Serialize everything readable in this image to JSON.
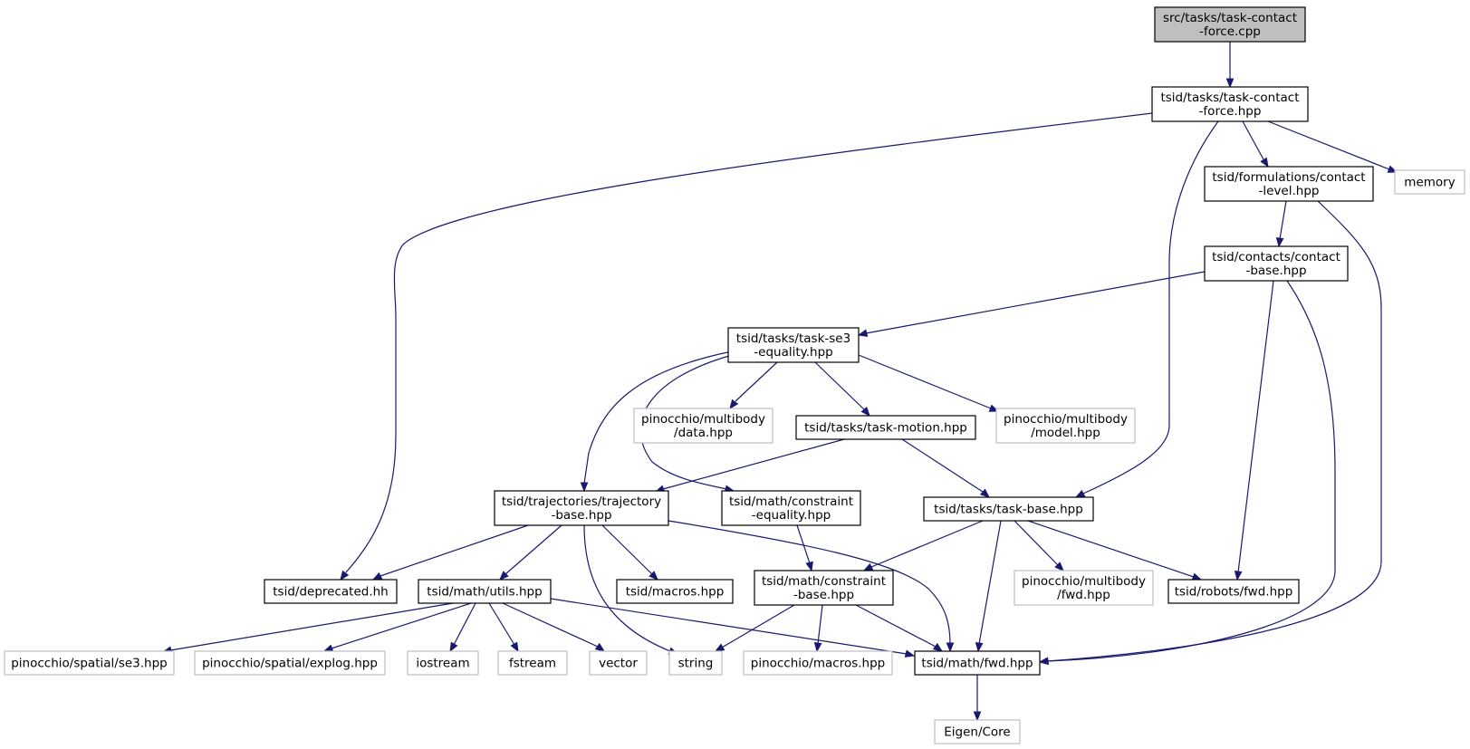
{
  "diagram": {
    "type": "include-dependency-graph",
    "colors": {
      "root_fill": "#bfbfbf",
      "project_stroke": "#000000",
      "external_stroke": "#bfbfbf",
      "edge": "#191970",
      "background": "#ffffff"
    },
    "nodes": [
      {
        "id": "root",
        "kind": "root",
        "lines": [
          "src/tasks/task-contact",
          "-force.cpp"
        ]
      },
      {
        "id": "tcf",
        "kind": "project",
        "lines": [
          "tsid/tasks/task-contact",
          "-force.hpp"
        ]
      },
      {
        "id": "memory",
        "kind": "external",
        "lines": [
          "memory"
        ]
      },
      {
        "id": "formul",
        "kind": "project",
        "lines": [
          "tsid/formulations/contact",
          "-level.hpp"
        ]
      },
      {
        "id": "contactbase",
        "kind": "project",
        "lines": [
          "tsid/contacts/contact",
          "-base.hpp"
        ]
      },
      {
        "id": "se3eq",
        "kind": "project",
        "lines": [
          "tsid/tasks/task-se3",
          "-equality.hpp"
        ]
      },
      {
        "id": "pindata",
        "kind": "external",
        "lines": [
          "pinocchio/multibody",
          "/data.hpp"
        ]
      },
      {
        "id": "taskmotion",
        "kind": "project",
        "lines": [
          "tsid/tasks/task-motion.hpp"
        ]
      },
      {
        "id": "pinmodel",
        "kind": "external",
        "lines": [
          "pinocchio/multibody",
          "/model.hpp"
        ]
      },
      {
        "id": "trajbase",
        "kind": "project",
        "lines": [
          "tsid/trajectories/trajectory",
          "-base.hpp"
        ]
      },
      {
        "id": "consteq",
        "kind": "project",
        "lines": [
          "tsid/math/constraint",
          "-equality.hpp"
        ]
      },
      {
        "id": "taskbase",
        "kind": "project",
        "lines": [
          "tsid/tasks/task-base.hpp"
        ]
      },
      {
        "id": "deprecated",
        "kind": "project",
        "lines": [
          "tsid/deprecated.hh"
        ]
      },
      {
        "id": "utils",
        "kind": "project",
        "lines": [
          "tsid/math/utils.hpp"
        ]
      },
      {
        "id": "macros",
        "kind": "project",
        "lines": [
          "tsid/macros.hpp"
        ]
      },
      {
        "id": "constbase",
        "kind": "project",
        "lines": [
          "tsid/math/constraint",
          "-base.hpp"
        ]
      },
      {
        "id": "pinfwd",
        "kind": "external",
        "lines": [
          "pinocchio/multibody",
          "/fwd.hpp"
        ]
      },
      {
        "id": "robotsfwd",
        "kind": "project",
        "lines": [
          "tsid/robots/fwd.hpp"
        ]
      },
      {
        "id": "se3",
        "kind": "external",
        "lines": [
          "pinocchio/spatial/se3.hpp"
        ]
      },
      {
        "id": "explog",
        "kind": "external",
        "lines": [
          "pinocchio/spatial/explog.hpp"
        ]
      },
      {
        "id": "iostream",
        "kind": "external",
        "lines": [
          "iostream"
        ]
      },
      {
        "id": "fstream",
        "kind": "external",
        "lines": [
          "fstream"
        ]
      },
      {
        "id": "vector",
        "kind": "external",
        "lines": [
          "vector"
        ]
      },
      {
        "id": "string",
        "kind": "external",
        "lines": [
          "string"
        ]
      },
      {
        "id": "pinmacros",
        "kind": "external",
        "lines": [
          "pinocchio/macros.hpp"
        ]
      },
      {
        "id": "mathfwd",
        "kind": "project",
        "lines": [
          "tsid/math/fwd.hpp"
        ]
      },
      {
        "id": "eigen",
        "kind": "external",
        "lines": [
          "Eigen/Core"
        ]
      }
    ],
    "edges": [
      {
        "from": "root",
        "to": "tcf"
      },
      {
        "from": "tcf",
        "to": "deprecated"
      },
      {
        "from": "tcf",
        "to": "taskbase"
      },
      {
        "from": "tcf",
        "to": "formul"
      },
      {
        "from": "tcf",
        "to": "memory"
      },
      {
        "from": "formul",
        "to": "contactbase"
      },
      {
        "from": "formul",
        "to": "mathfwd"
      },
      {
        "from": "contactbase",
        "to": "se3eq"
      },
      {
        "from": "contactbase",
        "to": "robotsfwd"
      },
      {
        "from": "contactbase",
        "to": "mathfwd"
      },
      {
        "from": "se3eq",
        "to": "trajbase"
      },
      {
        "from": "se3eq",
        "to": "consteq"
      },
      {
        "from": "se3eq",
        "to": "pindata"
      },
      {
        "from": "se3eq",
        "to": "taskmotion"
      },
      {
        "from": "se3eq",
        "to": "pinmodel"
      },
      {
        "from": "taskmotion",
        "to": "trajbase"
      },
      {
        "from": "taskmotion",
        "to": "taskbase"
      },
      {
        "from": "trajbase",
        "to": "deprecated"
      },
      {
        "from": "trajbase",
        "to": "utils"
      },
      {
        "from": "trajbase",
        "to": "macros"
      },
      {
        "from": "trajbase",
        "to": "string"
      },
      {
        "from": "trajbase",
        "to": "mathfwd"
      },
      {
        "from": "consteq",
        "to": "constbase"
      },
      {
        "from": "taskbase",
        "to": "constbase"
      },
      {
        "from": "taskbase",
        "to": "mathfwd"
      },
      {
        "from": "taskbase",
        "to": "pinfwd"
      },
      {
        "from": "taskbase",
        "to": "robotsfwd"
      },
      {
        "from": "utils",
        "to": "se3"
      },
      {
        "from": "utils",
        "to": "explog"
      },
      {
        "from": "utils",
        "to": "iostream"
      },
      {
        "from": "utils",
        "to": "fstream"
      },
      {
        "from": "utils",
        "to": "vector"
      },
      {
        "from": "utils",
        "to": "mathfwd"
      },
      {
        "from": "constbase",
        "to": "string"
      },
      {
        "from": "constbase",
        "to": "pinmacros"
      },
      {
        "from": "constbase",
        "to": "mathfwd"
      },
      {
        "from": "mathfwd",
        "to": "eigen"
      }
    ]
  }
}
